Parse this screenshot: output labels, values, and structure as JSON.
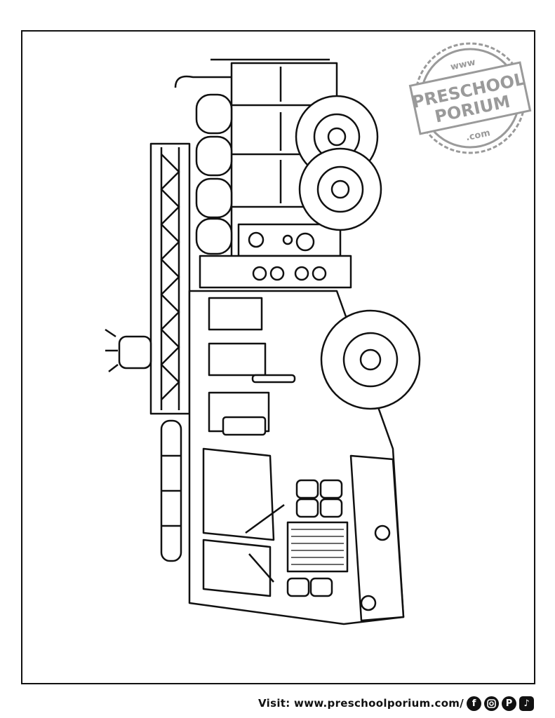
{
  "stamp": {
    "top": "www",
    "line1": "PRESCHOOL",
    "line2": "PORIUM",
    "bottom": ".com"
  },
  "footer": {
    "visit_text": "Visit: www.preschoolporium.com/",
    "icons": [
      "facebook-icon",
      "instagram-icon",
      "pinterest-icon",
      "tiktok-icon"
    ],
    "facebook_glyph": "f",
    "pinterest_glyph": "P",
    "tiktok_glyph": "♪"
  },
  "colors": {
    "ink": "#111111",
    "stamp": "#9a9a9a"
  }
}
